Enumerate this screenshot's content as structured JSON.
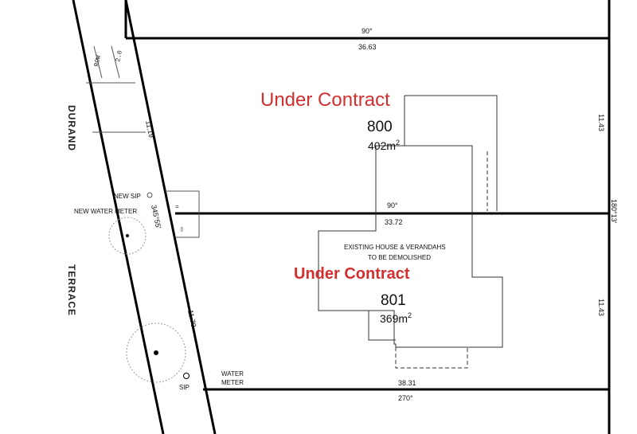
{
  "colors": {
    "accent_red": "#d22f2f",
    "line": "#000000"
  },
  "street": {
    "name_top": "DURAND",
    "name_bottom": "TERRACE"
  },
  "lots": [
    {
      "number": "800",
      "area": "402m",
      "area_superscript": "2",
      "status": "Under Contract",
      "top_bearing": "90°",
      "top_distance": "36.63",
      "right_distance": "11.43",
      "left_distance": "11.19"
    },
    {
      "number": "801",
      "area": "369m",
      "area_superscript": "2",
      "status": "Under Contract",
      "bottom_bearing": "270°",
      "bottom_distance": "38.31",
      "right_distance": "11.43",
      "left_distance": "11.70"
    }
  ],
  "divider": {
    "bearing": "90°",
    "distance": "33.72",
    "right_bearing": "180°13'",
    "left_bearing": "345°55'"
  },
  "labels": {
    "new_sip": "NEW SIP",
    "new_water_meter": "NEW WATER METER",
    "existing_house_line1": "EXISTING HOUSE & VERANDAHS",
    "existing_house_line2": "TO BE DEMOLISHED",
    "water_meter_line1": "WATER",
    "water_meter_line2": "METER",
    "sip": "SIP"
  }
}
